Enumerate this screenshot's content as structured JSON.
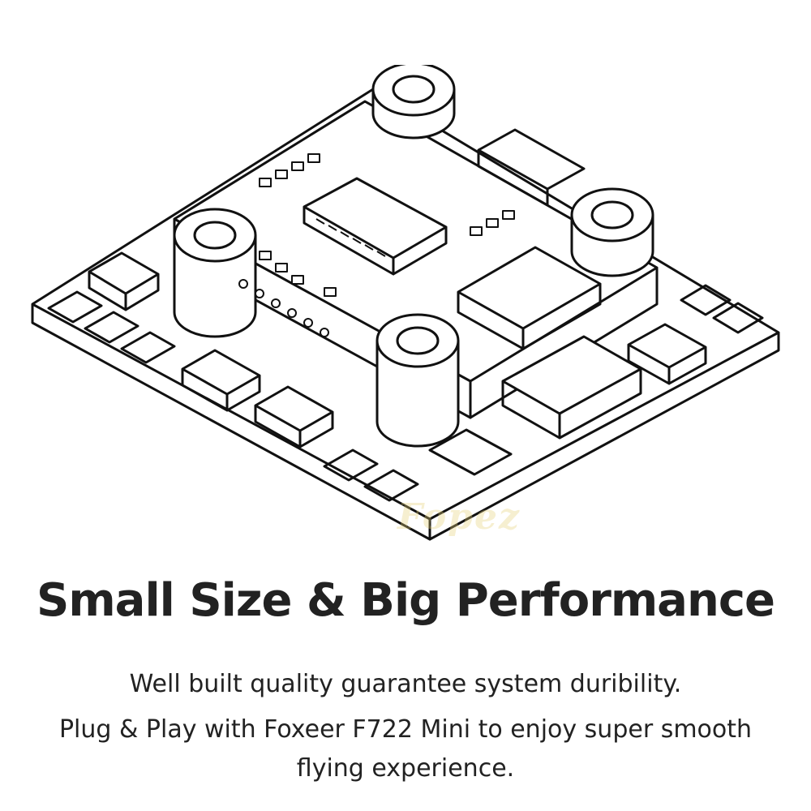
{
  "headline": "Small Size & Big Performance",
  "description_lines": [
    "Well built quality guarantee system duribility.",
    "Plug & Play with Foxeer F722 Mini to enjoy super smooth",
    "flying experience."
  ],
  "watermark_text": "Fopez",
  "colors": {
    "text": "#222222",
    "line_art": "#111111",
    "background": "#ffffff",
    "watermark": "#e6d278"
  }
}
